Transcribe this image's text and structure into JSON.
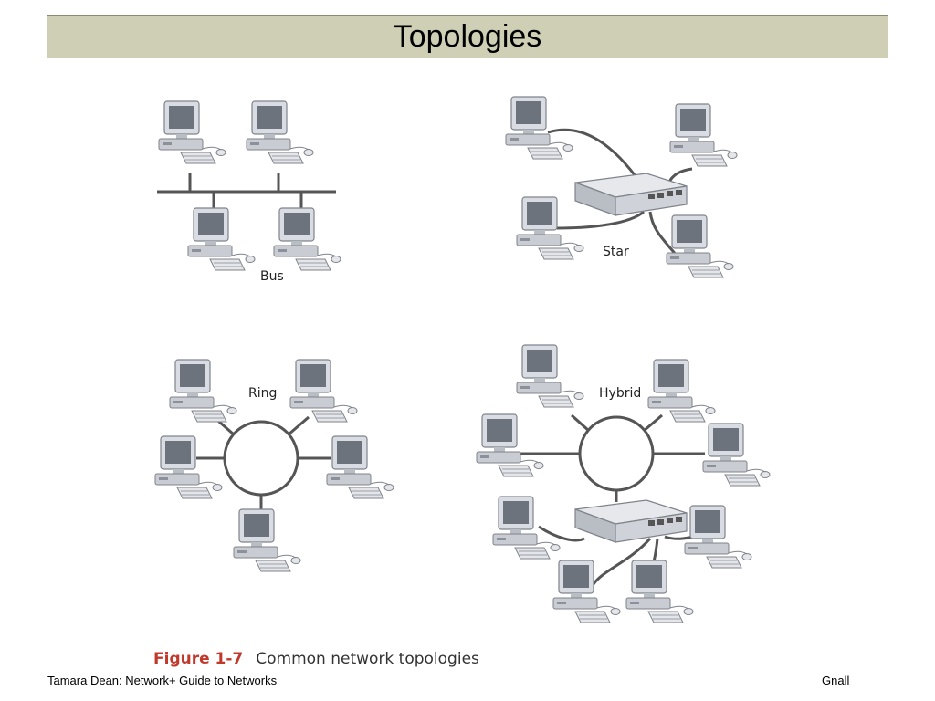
{
  "slide": {
    "title": "Topologies"
  },
  "diagram": {
    "bus_label": "Bus",
    "star_label": "Star",
    "ring_label": "Ring",
    "hybrid_label": "Hybrid"
  },
  "caption": {
    "figure": "Figure 1-7",
    "text": "Common network topologies"
  },
  "footer": {
    "left": "Tamara Dean: Network+ Guide to Networks",
    "right": "Gnall"
  },
  "colors": {
    "title_bg": "#cfcfb5",
    "cable": "#555555",
    "figure_label": "#c0392b"
  }
}
